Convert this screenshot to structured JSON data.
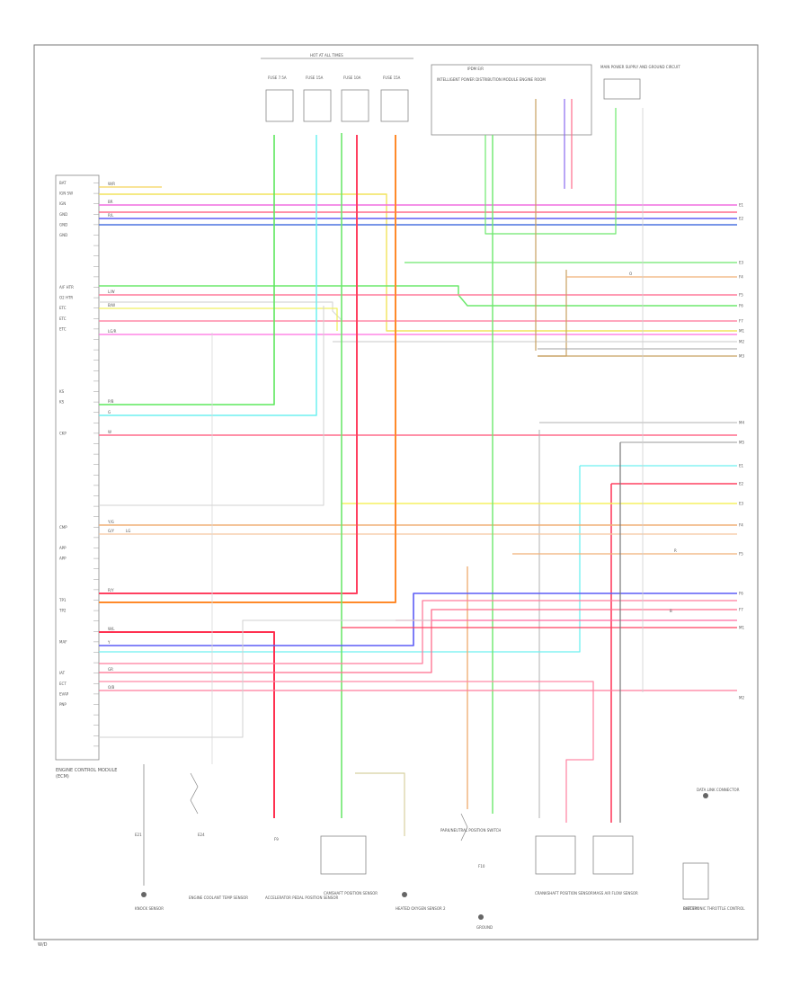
{
  "diagram": {
    "ecm_label": "ENGINE CONTROL MODULE",
    "ecm_label2": "(ECM)",
    "hot_at_all_times": "HOT AT ALL TIMES",
    "power_distribution": "POWER DISTRIBUTION",
    "fuse_labels": [
      "FUSE 7.5A",
      "FUSE 15A",
      "FUSE 10A",
      "FUSE 15A"
    ],
    "relay_box_label": "IPDM E/R",
    "ipdm_label": "INTELLIGENT POWER DISTRIBUTION MODULE ENGINE ROOM",
    "main_power_label": "MAIN POWER SUPPLY AND GROUND CIRCUIT",
    "diag_label": "DATA LINK CONNECTOR",
    "battery_label": "BATTERY",
    "sensor_labels": [
      "KNOCK SENSOR",
      "ENGINE COOLANT TEMP SENSOR",
      "ACCELERATOR PEDAL POSITION SENSOR",
      "CAMSHAFT POSITION SENSOR",
      "HEATED OXYGEN SENSOR 2",
      "PARK/NEUTRAL POSITION SWITCH",
      "CRANKSHAFT POSITION SENSOR",
      "MASS AIR FLOW SENSOR",
      "ELECTRONIC THROTTLE CONTROL",
      "GROUND"
    ],
    "left_pins": [
      "BAT",
      "IGN SW",
      "IGN",
      "GND",
      "GND",
      "GND",
      "",
      "",
      "",
      "",
      "A/F HTR",
      "O2 HTR",
      "ETC",
      "ETC",
      "ETC",
      "",
      "",
      "",
      "",
      "",
      "KS",
      "KS",
      "",
      "",
      "CKP",
      "",
      "",
      "",
      "",
      "",
      "",
      "",
      "",
      "CMP",
      "",
      "APP",
      "APP",
      "",
      "",
      "",
      "TP1",
      "TP2",
      "",
      "",
      "MAF",
      "",
      "",
      "IAT",
      "ECT",
      "EVAP",
      "PNP",
      "",
      "",
      "",
      ""
    ],
    "wire_labels": [
      "W/R",
      "BR",
      "R/L",
      "L/W",
      "B/W",
      "LG/R",
      "P/B",
      "G",
      "W",
      "Y/G",
      "G/Y",
      "R/Y",
      "W/L",
      "Y",
      "GR",
      "O/B",
      "LG",
      "O",
      "R",
      "B"
    ],
    "connector_labels": [
      "E1",
      "E2",
      "E3",
      "F4",
      "F5",
      "F6",
      "F7",
      "M1",
      "M2",
      "M3",
      "M4",
      "M5"
    ],
    "ground_labels": [
      "E21",
      "E24",
      "F9",
      "F10"
    ],
    "footer_code": "W/D"
  }
}
